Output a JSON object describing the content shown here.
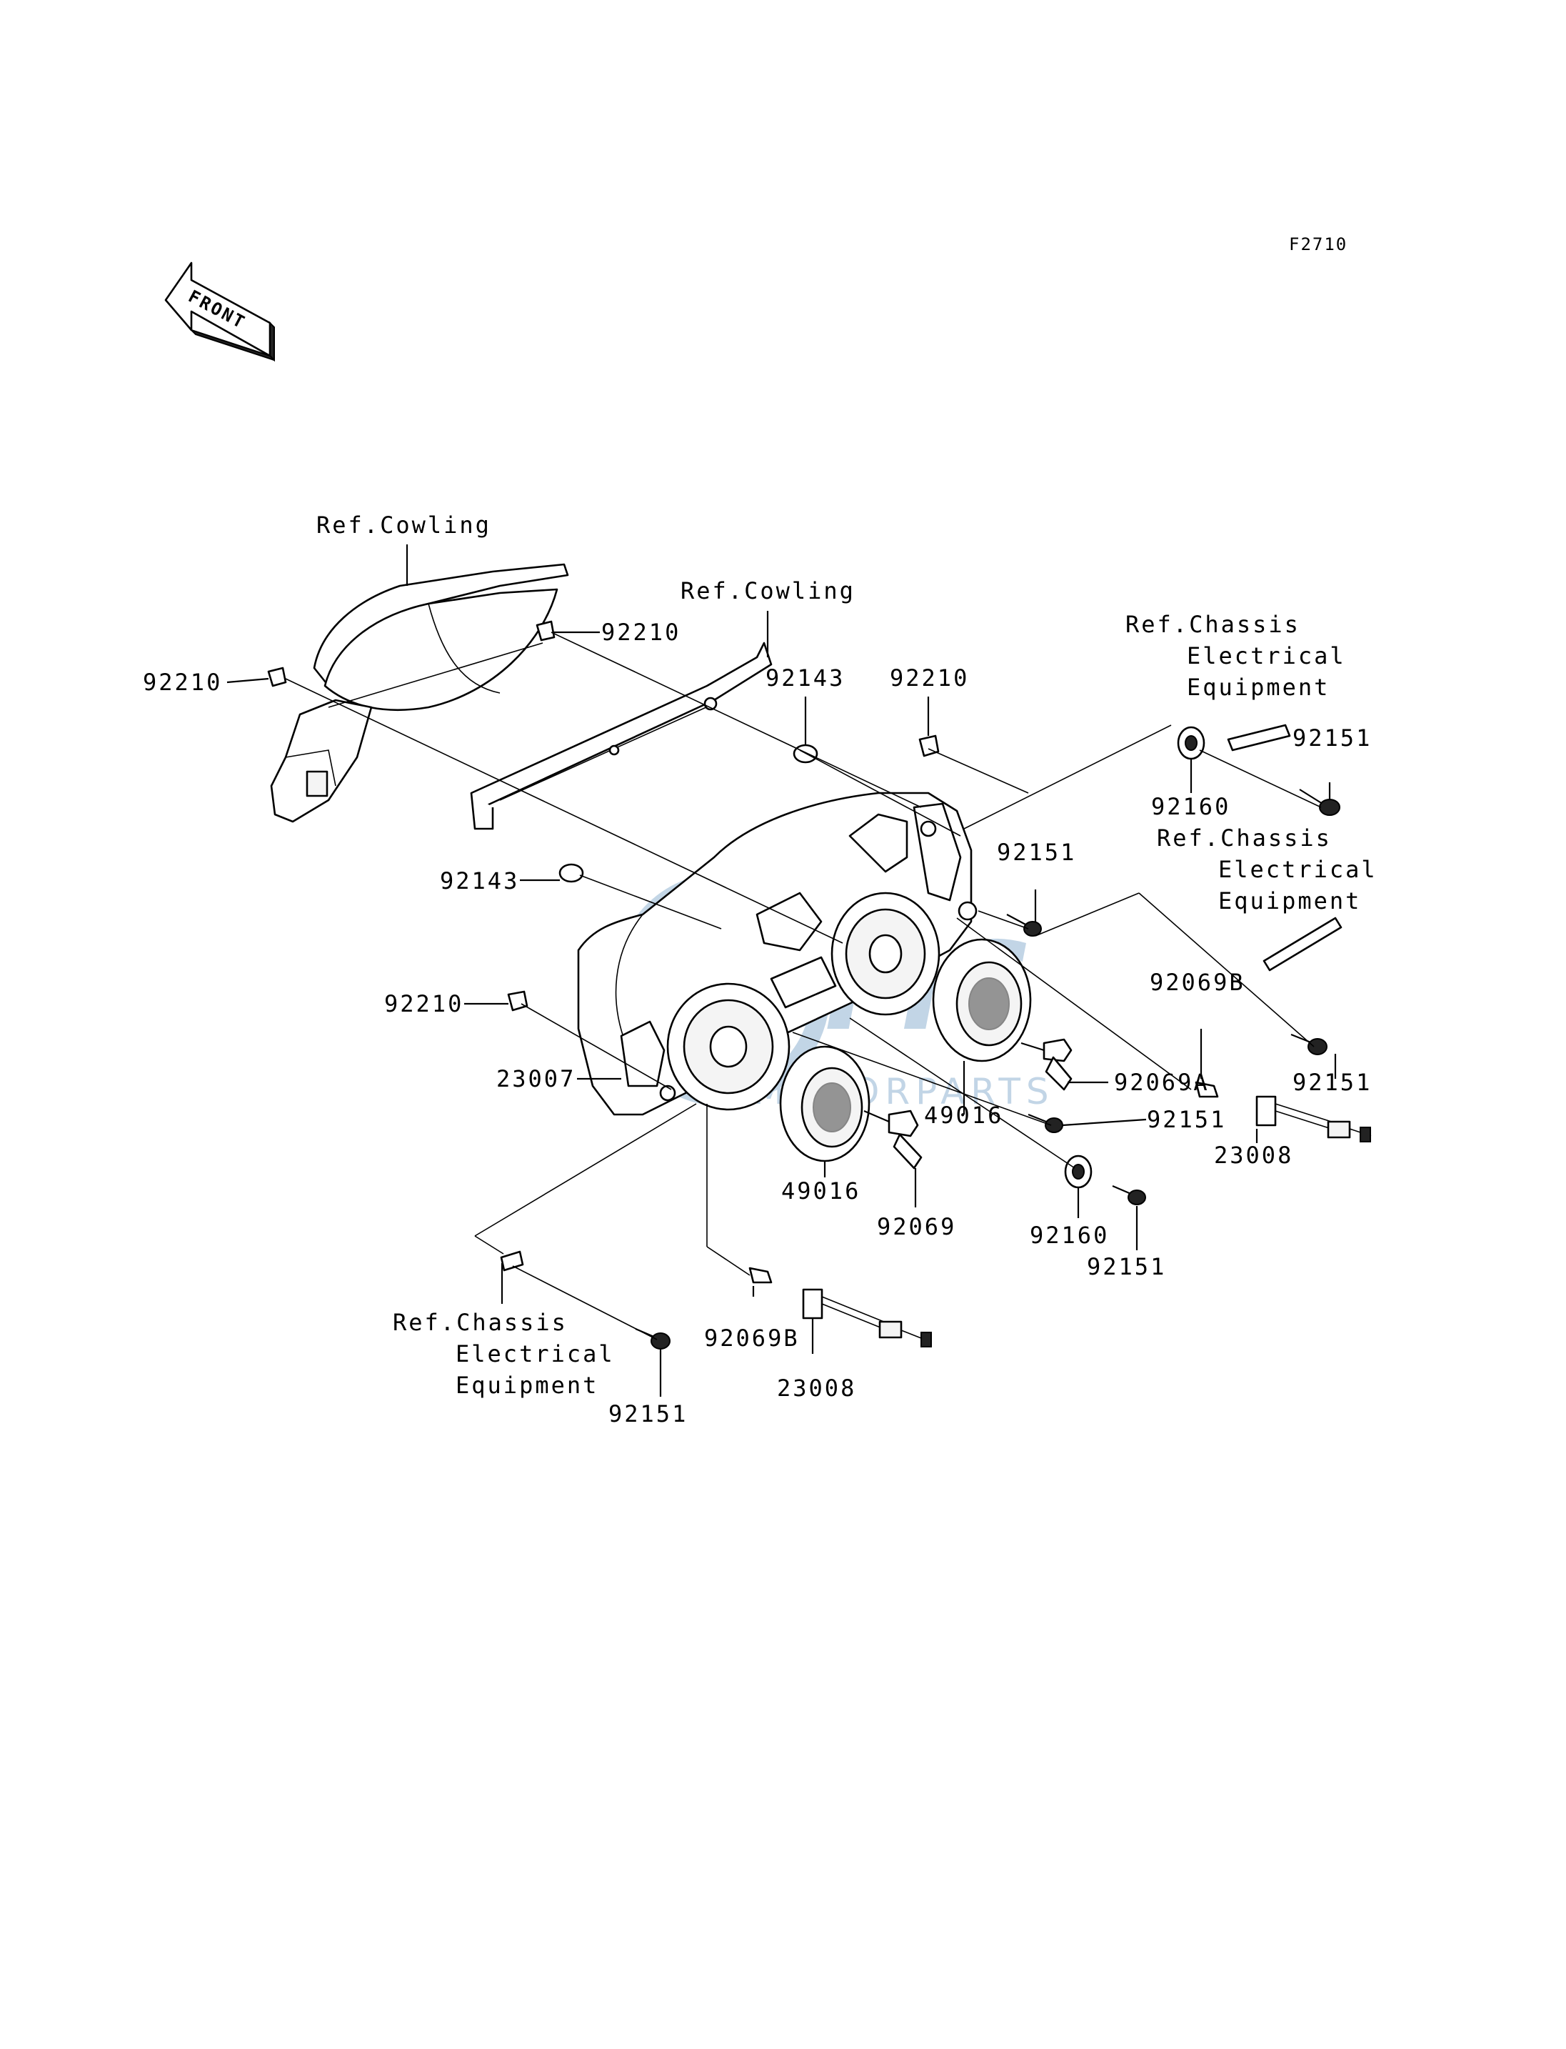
{
  "diagram_code": "F2710",
  "front_label": "FRONT",
  "watermark": {
    "brand": "CMS",
    "sub": "MOTORPARTS",
    "color": "#7aa3c8"
  },
  "references": {
    "cowling_left": "Ref.Cowling",
    "cowling_right": "Ref.Cowling",
    "chassis_top": [
      "Ref.Chassis",
      "Electrical",
      "Equipment"
    ],
    "chassis_mid": [
      "Ref.Chassis",
      "Electrical",
      "Equipment"
    ],
    "chassis_bottom": [
      "Ref.Chassis",
      "Electrical",
      "Equipment"
    ]
  },
  "parts": {
    "p92210_top": "92210",
    "p92210_left": "92210",
    "p92210_right": "92210",
    "p92210_lower": "92210",
    "p92143_top": "92143",
    "p92143_mid": "92143",
    "p92151_topright": "92151",
    "p92151_mid": "92151",
    "p92151_right": "92151",
    "p92151_center": "92151",
    "p92151_lowright": "92151",
    "p92151_bottom": "92151",
    "p92160_top": "92160",
    "p92160_bottom": "92160",
    "p92069B_right": "92069B",
    "p92069B_bottom": "92069B",
    "p92069A": "92069A",
    "p92069": "92069",
    "p49016_right": "49016",
    "p49016_left": "49016",
    "p23007": "23007",
    "p23008_right": "23008",
    "p23008_bottom": "23008"
  }
}
